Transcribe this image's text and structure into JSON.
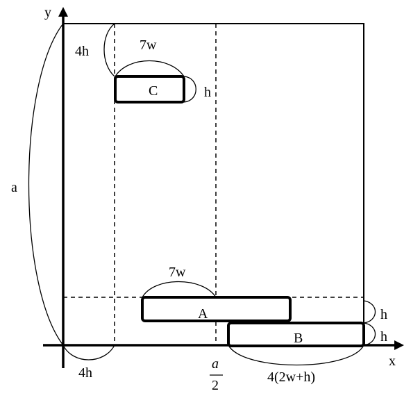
{
  "axes": {
    "x_label": "x",
    "y_label": "y"
  },
  "rectangles": [
    {
      "id": "A",
      "label": "A"
    },
    {
      "id": "B",
      "label": "B"
    },
    {
      "id": "C",
      "label": "C"
    }
  ],
  "dimensions": {
    "square_side": "a",
    "top_offset": "4h",
    "bottom_offset": "4h",
    "c_width": "7w",
    "c_height": "h",
    "a_width": "7w",
    "a_height": "h",
    "b_height": "h",
    "b_width": "4(2w+h)",
    "half_numerator": "a",
    "half_denominator": "2"
  }
}
